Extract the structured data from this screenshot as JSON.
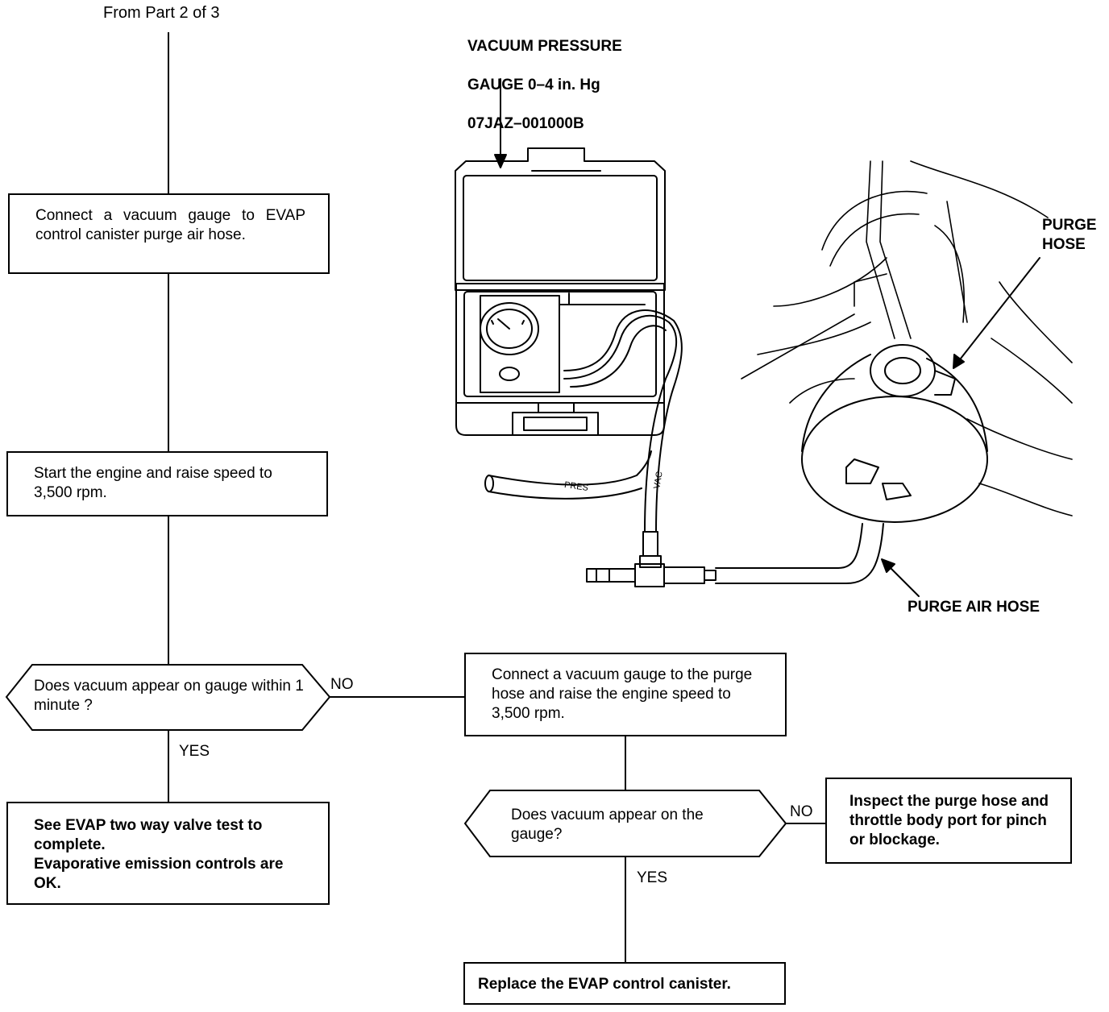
{
  "header": {
    "from_label": "From Part 2 of 3"
  },
  "steps": {
    "connect_gauge": "Connect a vacuum gauge to EVAP control canister purge air hose.",
    "start_engine": "Start the engine and raise speed to 3,500 rpm.",
    "decision_vacuum_1min": "Does vacuum appear on gauge within 1 minute ?",
    "see_two_way_valve": "See EVAP two way valve test to complete.\nEvaporative emission controls are OK.",
    "connect_purge_hose": "Connect a vacuum gauge to the purge hose and raise the engine speed to 3,500 rpm.",
    "decision_vacuum_gauge": "Does vacuum appear on the gauge?",
    "inspect_purge_hose": "Inspect the purge hose and throttle body port for pinch or blockage.",
    "replace_canister": "Replace the EVAP control canister."
  },
  "branch_labels": {
    "no_1": "NO",
    "yes_1": "YES",
    "no_2": "NO",
    "yes_2": "YES"
  },
  "illustration": {
    "gauge_callout_line1": "VACUUM PRESSURE",
    "gauge_callout_line2": "GAUGE 0–4 in. Hg",
    "gauge_callout_line3": "07JAZ–001000B",
    "purge_hose_label": "PURGE\nHOSE",
    "purge_air_hose_label": "PURGE AIR HOSE",
    "pres_tag": "PRES",
    "vac_tag": "VAC"
  }
}
